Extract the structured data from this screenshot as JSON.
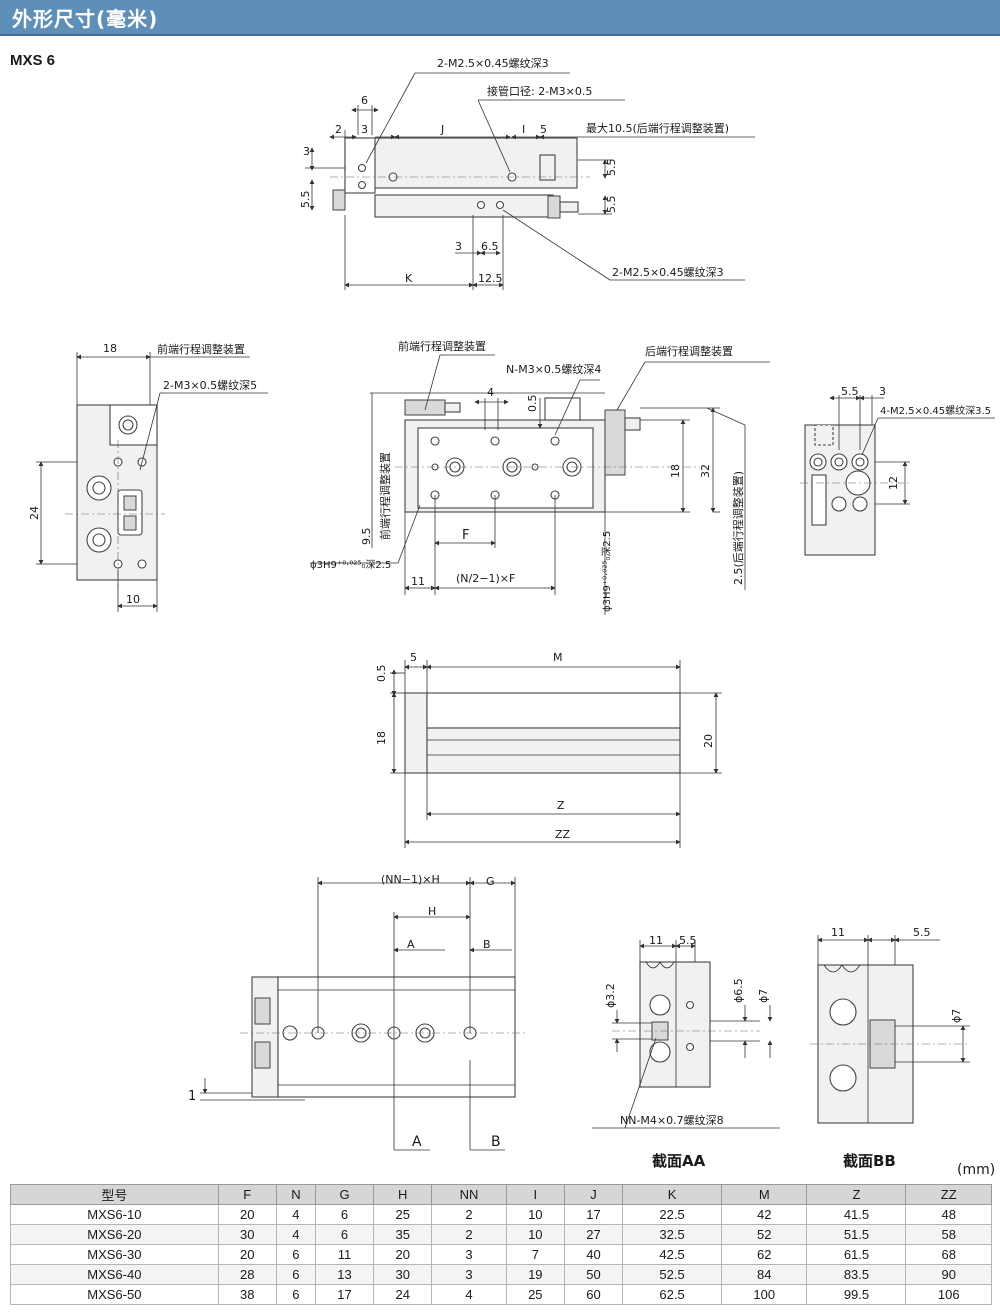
{
  "header": {
    "title": "外形尺寸(毫米)"
  },
  "model": "MXS 6",
  "view1": {
    "callout_top": "2-M2.5×0.45螺纹深3",
    "callout_port": "接管口径: 2-M3×0.5",
    "callout_max": "最大10.5(后端行程调整装置)",
    "callout_bottom": "2-M2.5×0.45螺纹深3",
    "d6": "6",
    "d2": "2",
    "d3": "3",
    "dJ": "J",
    "dI": "I",
    "d5": "5",
    "v3": "3",
    "v55": "5.5",
    "r55a": "5.5",
    "r55b": "5.5",
    "b3": "3",
    "b65": "6.5",
    "bK": "K",
    "b125": "12.5"
  },
  "view2": {
    "d18": "18",
    "callout": "前端行程调整装置",
    "thread": "2-M3×0.5螺纹深5",
    "d24": "24",
    "d10": "10"
  },
  "view3": {
    "callout_front": "前端行程调整装置",
    "callout_thread": "N-M3×0.5螺纹深4",
    "callout_rear": "后端行程调整装置",
    "d4": "4",
    "d05": "0.5",
    "d18": "18",
    "d32": "32",
    "front_adj_vert": "前端行程调整装置",
    "d95": "9.5",
    "rear_adj_vert": "2.5(后端行程调整装置)",
    "hole_left": "ϕ3H9⁺⁰·⁰²⁵₀深2.5",
    "hole_right": "ϕ3H9⁺⁰·⁰²⁵₀深2.5",
    "dF": "F",
    "d11": "11",
    "dNF": "(N/2−1)×F"
  },
  "view4": {
    "d55": "5.5",
    "d3": "3",
    "thread": "4-M2.5×0.45螺纹深3.5",
    "d12": "12"
  },
  "view5": {
    "d05": "0.5",
    "d5": "5",
    "dM": "M",
    "d18": "18",
    "d20": "20",
    "dZ": "Z",
    "dZZ": "ZZ"
  },
  "view6": {
    "dNNH": "(NN−1)×H",
    "dG": "G",
    "dH": "H",
    "secA": "A",
    "secB": "B",
    "d1": "1",
    "markA": "A",
    "markB": "B"
  },
  "sectionAA": {
    "label": "截面AA",
    "d11": "11",
    "d55": "5.5",
    "phi32": "ϕ3.2",
    "phi65": "ϕ6.5",
    "phi7": "ϕ7",
    "thread": "NN-M4×0.7螺纹深8"
  },
  "sectionBB": {
    "label": "截面BB",
    "d11": "11",
    "d55": "5.5",
    "phi7": "ϕ7"
  },
  "table": {
    "unit": "(mm)",
    "headers": [
      "型号",
      "F",
      "N",
      "G",
      "H",
      "NN",
      "I",
      "J",
      "K",
      "M",
      "Z",
      "ZZ"
    ],
    "rows": [
      [
        "MXS6-10",
        "20",
        "4",
        "6",
        "25",
        "2",
        "10",
        "17",
        "22.5",
        "42",
        "41.5",
        "48"
      ],
      [
        "MXS6-20",
        "30",
        "4",
        "6",
        "35",
        "2",
        "10",
        "27",
        "32.5",
        "52",
        "51.5",
        "58"
      ],
      [
        "MXS6-30",
        "20",
        "6",
        "11",
        "20",
        "3",
        "7",
        "40",
        "42.5",
        "62",
        "61.5",
        "68"
      ],
      [
        "MXS6-40",
        "28",
        "6",
        "13",
        "30",
        "3",
        "19",
        "50",
        "52.5",
        "84",
        "83.5",
        "90"
      ],
      [
        "MXS6-50",
        "38",
        "6",
        "17",
        "24",
        "4",
        "25",
        "60",
        "62.5",
        "100",
        "99.5",
        "106"
      ]
    ]
  }
}
